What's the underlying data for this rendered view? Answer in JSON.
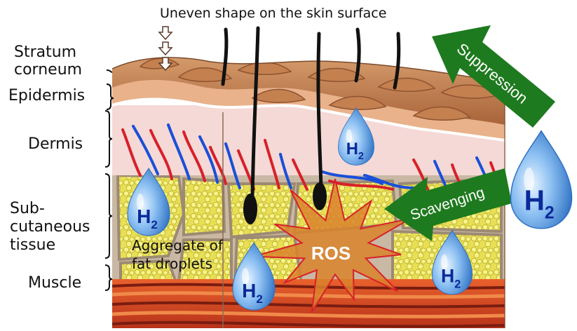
{
  "caption": "Uneven shape on the skin surface",
  "layers": {
    "stratum": "Stratum",
    "corneum": "corneum",
    "epidermis": "Epidermis",
    "dermis": "Dermis",
    "sub": "Sub-",
    "cutaneous": "cutaneous",
    "tissue": "tissue",
    "muscle": "Muscle"
  },
  "aggregate": {
    "line1": "Aggregate of",
    "line2": "fat droplets"
  },
  "ros": "ROS",
  "arrows": {
    "suppression": "Suppression",
    "scavenging": "Scavenging"
  },
  "drop_label": {
    "main": "H",
    "sub": "2"
  },
  "colors": {
    "arrow_green": "#1e7a1e",
    "drop_blue": "#4a8fd8",
    "drop_text": "#0a2a9a",
    "ros_fill": "#d9822b",
    "fat_yellow": "#f1ea63",
    "vessel_red": "#d8202a",
    "vessel_blue": "#1a4fd8"
  }
}
